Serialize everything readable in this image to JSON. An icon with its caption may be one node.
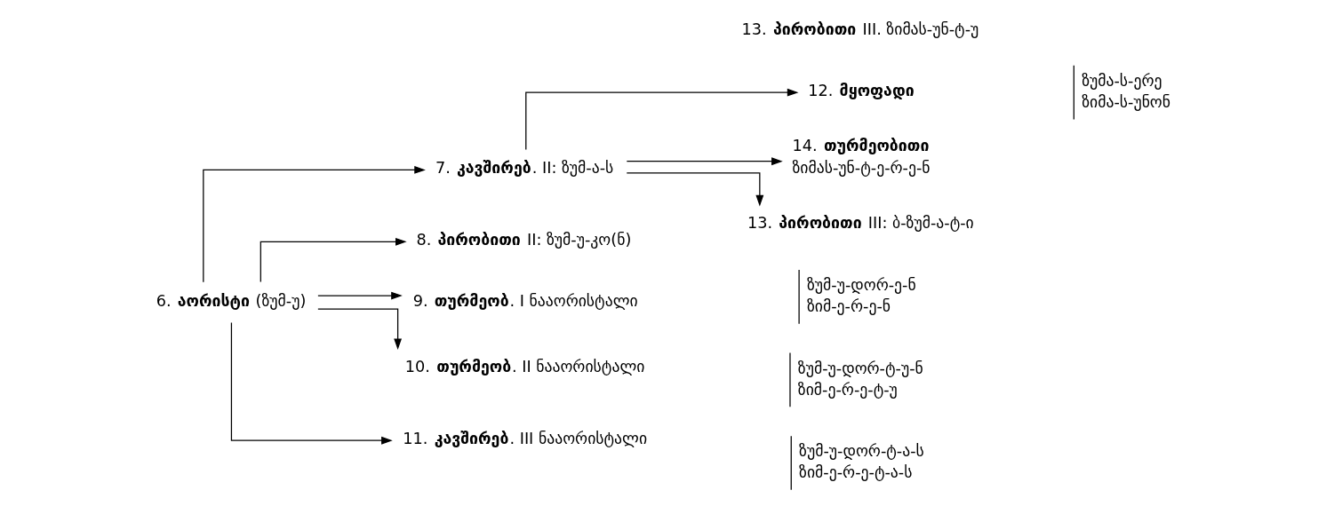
{
  "diagram": {
    "nodes": [
      {
        "text": [
          "6. **აორისტი** (ზუმ-უ)"
        ]
      },
      {
        "text": [
          "7. **კავშირებ**. II: ზუმ-ა-ს"
        ]
      },
      {
        "text": [
          "8. **პირობითი** II: ზუმ-უ-კო(ნ)"
        ]
      },
      {
        "text": [
          "9. **თურმეობ**. I ნააორისტალი"
        ],
        "beside": [
          "ზუმ-უ-დორ-ე-ნ",
          "ზიმ-ე-რ-ე-ნ"
        ]
      },
      {
        "text": [
          "10. **თურმეობ**. II ნააორისტალი"
        ],
        "beside": [
          "ზუმ-უ-დორ-ტ-უ-ნ",
          "ზიმ-ე-რ-ე-ტ-უ"
        ]
      },
      {
        "text": [
          "11. **კავშირებ**. III ნააორისტალი"
        ],
        "beside": [
          "ზუმ-უ-დორ-ტ-ა-ს",
          "ზიმ-ე-რ-ე-ტ-ა-ს"
        ]
      },
      {
        "text": [
          "12. **მყოფადი**"
        ],
        "beside": [
          "ზუმა-ს-ერე",
          "ზიმა-ს-უნონ"
        ]
      },
      {
        "text": [
          "14. **თურმეობითი**",
          "ზიმას-უნ-ტ-ე-რ-ე-ნ"
        ]
      },
      {
        "text": [
          "13. **პირობითი** III: ბ-ზუმ-ა-ტ-ი"
        ]
      }
    ],
    "edges": [
      {
        "from": 0,
        "to": 1,
        "arrow": "to"
      },
      {
        "from": 0,
        "to": 2,
        "arrow": "to"
      },
      {
        "from": 0,
        "to": 3,
        "arrow": "to"
      },
      {
        "from": 0,
        "to": 4,
        "arrow": "to"
      },
      {
        "from": 0,
        "to": 5,
        "arrow": "to"
      },
      {
        "from": 1,
        "to": 6,
        "arrow": "to"
      },
      {
        "from": 1,
        "to": 7,
        "arrow": "to"
      },
      {
        "from": 1,
        "to": 8,
        "arrow": "to"
      }
    ],
    "labels": [
      "13. **პირობითი** III. ზიმას-უნ-ტ-უ"
    ]
  }
}
